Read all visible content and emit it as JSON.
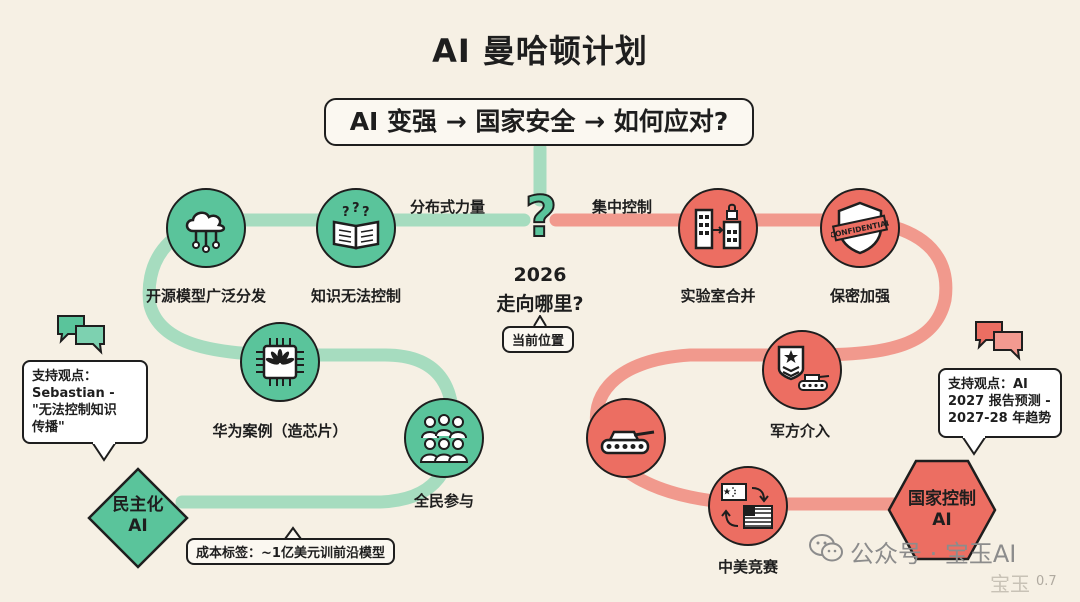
{
  "title": "AI 曼哈顿计划",
  "question": "AI 变强 → 国家安全 → 如何应对?",
  "center": {
    "symbol": "?",
    "year": "2026",
    "subtitle": "走向哪里?",
    "pointer_label": "当前位置"
  },
  "branches": {
    "left_label": "分布式力量",
    "right_label": "集中控制"
  },
  "left_nodes": [
    {
      "label": "开源模型广泛分发",
      "icon": "cloud-network-icon"
    },
    {
      "label": "知识无法控制",
      "icon": "open-book-question-icon"
    },
    {
      "label": "华为案例（造芯片）",
      "icon": "chip-huawei-icon"
    },
    {
      "label": "全民参与",
      "icon": "crowd-icon"
    }
  ],
  "right_nodes": [
    {
      "label": "实验室合并",
      "icon": "buildings-merge-icon"
    },
    {
      "label": "保密加强",
      "icon": "confidential-shield-icon"
    },
    {
      "label": "军方介入",
      "icon": "military-insignia-tank-icon"
    },
    {
      "label": "",
      "icon": "tank-icon"
    },
    {
      "label": "中美竞赛",
      "icon": "china-us-flags-icon"
    }
  ],
  "endpoints": {
    "left": "民主化\nAI",
    "right": "国家控制\nAI"
  },
  "left_support": "支持观点：\nSebastian -\n\"无法控制知识\n传播\"",
  "right_support": "支持观点：AI\n2027 报告预测 -\n2027-28 年趋势",
  "cost_tag": "成本标签：~1亿美元训前沿模型",
  "watermark": {
    "main": "公众号 · 宝玉AI",
    "corner": "宝玉",
    "version": "0.7"
  },
  "colors": {
    "green": "#5ac49b",
    "green_path": "#a6dcbf",
    "red": "#ec6e62",
    "red_path": "#f1998d",
    "background": "#f6f0e4"
  }
}
